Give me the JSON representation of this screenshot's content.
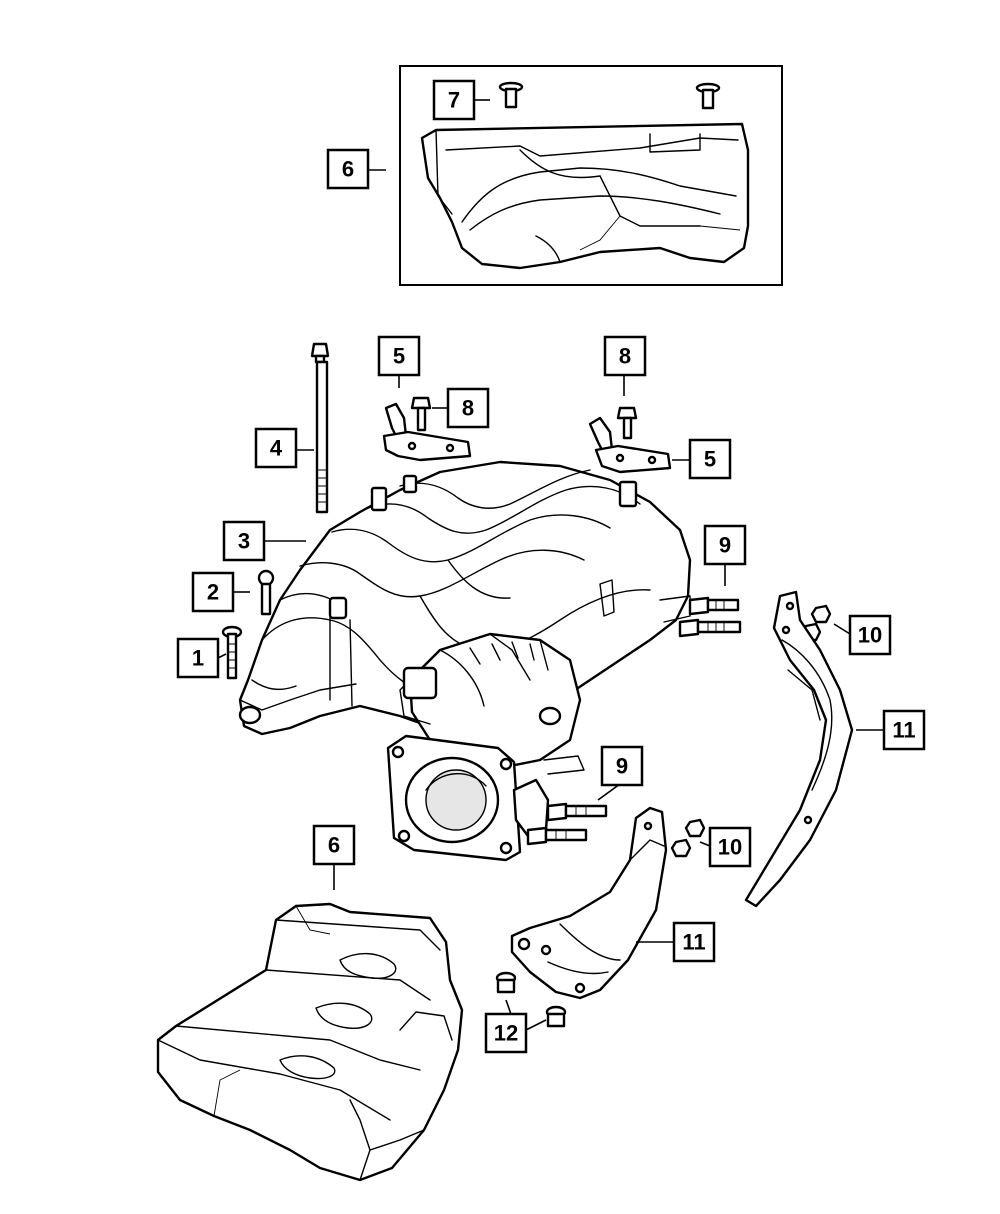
{
  "diagram": {
    "callouts": {
      "c1": "1",
      "c2": "2",
      "c3": "3",
      "c4": "4",
      "c5a": "5",
      "c5b": "5",
      "c6a": "6",
      "c6b": "6",
      "c7": "7",
      "c8a": "8",
      "c8b": "8",
      "c9a": "9",
      "c9b": "9",
      "c10a": "10",
      "c10b": "10",
      "c11a": "11",
      "c11b": "11",
      "c12": "12"
    }
  }
}
